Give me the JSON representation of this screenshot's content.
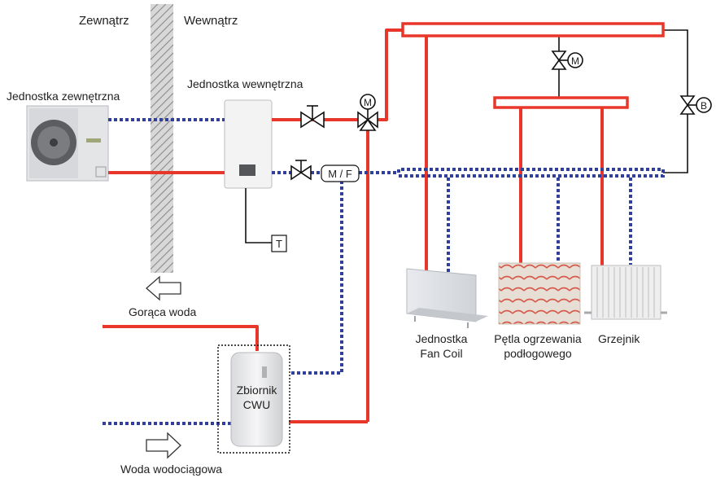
{
  "labels": {
    "outside": "Zewnątrz",
    "inside": "Wewnątrz",
    "outdoor_unit": "Jednostka zewnętrzna",
    "indoor_unit": "Jednostka wewnętrzna",
    "hot_water": "Gorąca woda",
    "tap_water": "Woda wodociągowa",
    "tank_line1": "Zbiornik",
    "tank_line2": "CWU",
    "fan_coil_line1": "Jednostka",
    "fan_coil_line2": "Fan Coil",
    "floor_line1": "Pętla ogrzewania",
    "floor_line2": "podłogowego",
    "radiator": "Grzejnik",
    "mf_box": "M / F",
    "thermostat": "T",
    "motor_valve_m": "M",
    "motor_valve_m2": "M",
    "bypass_valve": "B"
  },
  "colors": {
    "supply_line": "#e8372a",
    "return_line": "#2f3f9a",
    "black_line": "#111111",
    "wall_hatch": "#9a9a9a"
  }
}
